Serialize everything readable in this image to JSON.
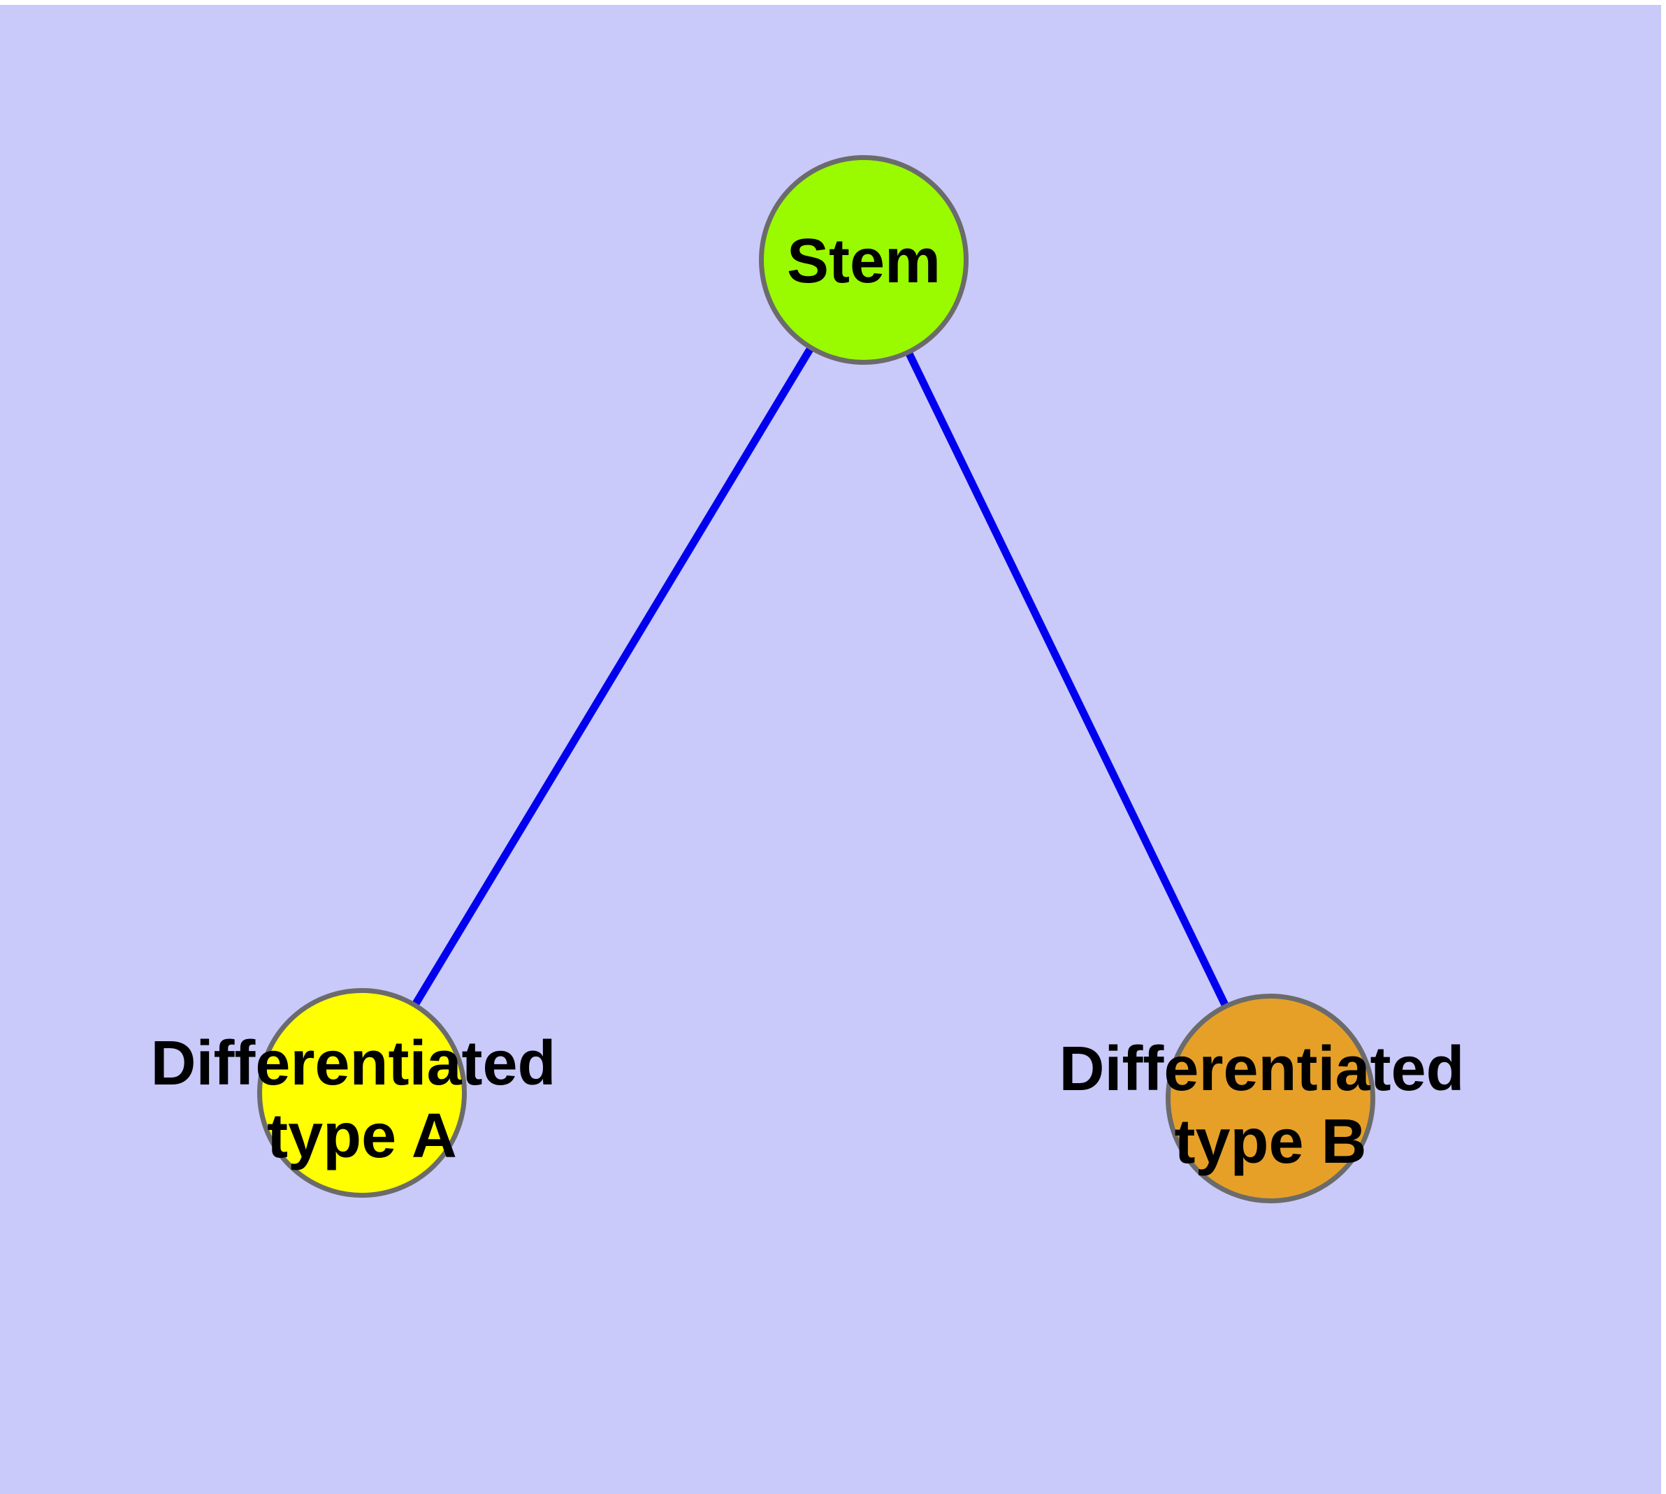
{
  "colors": {
    "frame": "#ffffff",
    "background": "#c9c9fa",
    "edge": "#0000ee",
    "node_border": "#6b6b6b",
    "label_text": "#000000"
  },
  "graph": {
    "nodes": {
      "stem": {
        "label": "Stem",
        "fill": "#9afa00"
      },
      "type_a": {
        "label_line1": "Differentiated",
        "label_line2": "type A",
        "fill": "#ffff00"
      },
      "type_b": {
        "label_line1": "Differentiated",
        "label_line2": "type B",
        "fill": "#e6a028"
      }
    },
    "edges": [
      {
        "from": "Stem",
        "to": "Differentiated type A"
      },
      {
        "from": "Stem",
        "to": "Differentiated type B"
      }
    ]
  }
}
